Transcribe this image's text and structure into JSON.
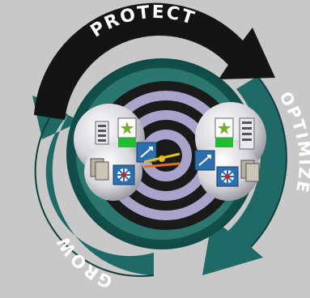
{
  "labels": {
    "protect": "PROTECT",
    "optimize": "OPTIMIZE",
    "grow": "GROW"
  },
  "colors": {
    "background": "#c8c8c8",
    "protect_arrow": "#141414",
    "teal_arrow": "#1f6a66",
    "teal_dark": "#0e3f3c",
    "target_dark": "#1a1a1a",
    "target_lavender": "#a8a4cc",
    "inner_teal": "#2b7770",
    "bubble_fill": "#d9d9dd"
  },
  "icons": {
    "left_cluster": [
      "server-rack-icon",
      "router-star-icon",
      "switch-icon",
      "file-stack-icon",
      "hub-star-icon"
    ],
    "right_cluster": [
      "router-star-icon",
      "server-rack-icon",
      "switch-icon",
      "hub-star-icon",
      "file-stack-icon"
    ],
    "connector": "link-arrow-icon"
  }
}
